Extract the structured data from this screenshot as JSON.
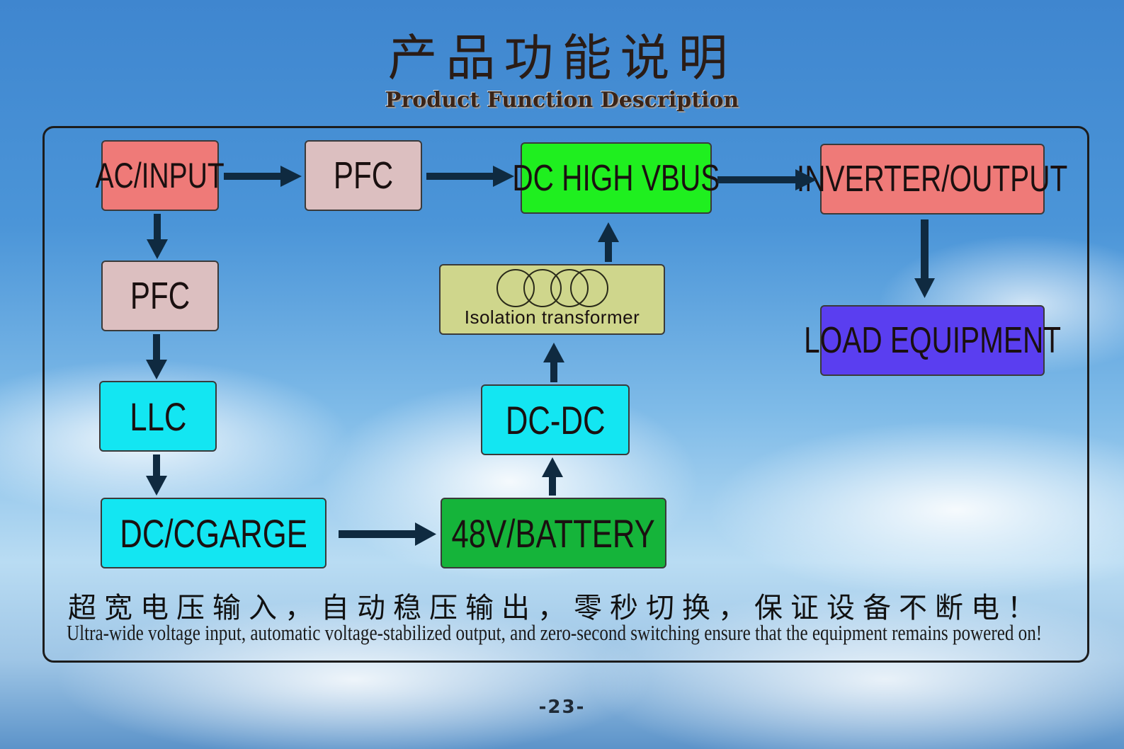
{
  "header": {
    "title_cn": "产品功能说明",
    "title_en": "Product Function Description"
  },
  "diagram": {
    "nodes": {
      "ac_input": {
        "label": "AC/INPUT",
        "color": "#ef7a78"
      },
      "pfc_top": {
        "label": "PFC",
        "color": "#dcbfc0"
      },
      "dc_high_vbus": {
        "label": "DC HIGH VBUS",
        "color": "#1fef1f"
      },
      "inverter_output": {
        "label": "INVERTER/OUTPUT",
        "color": "#ef7a78"
      },
      "pfc_left": {
        "label": "PFC",
        "color": "#dcbfc0"
      },
      "llc": {
        "label": "LLC",
        "color": "#13e6f2"
      },
      "dc_charge": {
        "label": "DC/CGARGE",
        "color": "#13e6f2"
      },
      "battery": {
        "label": "48V/BATTERY",
        "color": "#15b43a"
      },
      "dc_dc": {
        "label": "DC-DC",
        "color": "#13e6f2"
      },
      "isolation_transformer": {
        "label": "Isolation transformer",
        "color": "#cfd68c"
      },
      "load_equipment": {
        "label": "LOAD EQUIPMENT",
        "color": "#5a3ef0"
      }
    },
    "edges": [
      {
        "from": "AC/INPUT",
        "to": "PFC"
      },
      {
        "from": "PFC",
        "to": "DC HIGH VBUS"
      },
      {
        "from": "DC HIGH VBUS",
        "to": "INVERTER/OUTPUT"
      },
      {
        "from": "INVERTER/OUTPUT",
        "to": "LOAD EQUIPMENT"
      },
      {
        "from": "AC/INPUT",
        "to": "PFC (left)"
      },
      {
        "from": "PFC (left)",
        "to": "LLC"
      },
      {
        "from": "LLC",
        "to": "DC/CGARGE"
      },
      {
        "from": "DC/CGARGE",
        "to": "48V/BATTERY"
      },
      {
        "from": "48V/BATTERY",
        "to": "DC-DC"
      },
      {
        "from": "DC-DC",
        "to": "Isolation transformer"
      },
      {
        "from": "Isolation transformer",
        "to": "DC HIGH VBUS"
      }
    ],
    "arrow_color": "#0f2a40"
  },
  "slogan": {
    "cn": "超宽电压输入，自动稳压输出，零秒切换，保证设备不断电！",
    "en": "Ultra-wide voltage input, automatic voltage-stabilized output, and zero-second switching ensure that the equipment remains powered on!"
  },
  "footer": {
    "page_number": "-23-"
  }
}
